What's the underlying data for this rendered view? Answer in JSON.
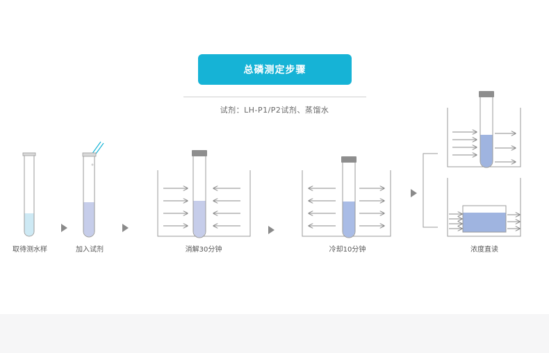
{
  "title": "总磷测定步骤",
  "reagents": "试剂：LH-P1/P2试剂、蒸馏水",
  "steps": [
    {
      "label": "取待测水样"
    },
    {
      "label": "加入试剂"
    },
    {
      "label": "消解30分钟"
    },
    {
      "label": "冷却10分钟"
    },
    {
      "label": "浓度直读"
    }
  ],
  "colors": {
    "accent": "#16b3d6",
    "liquid_light": "#cde9f4",
    "liquid_lavender": "#c6cdea",
    "liquid_blue": "#9fb4e0",
    "cap": "#8e8e8e",
    "outline": "#9a9a9a",
    "arrow_triangle": "#8a8a8a"
  }
}
